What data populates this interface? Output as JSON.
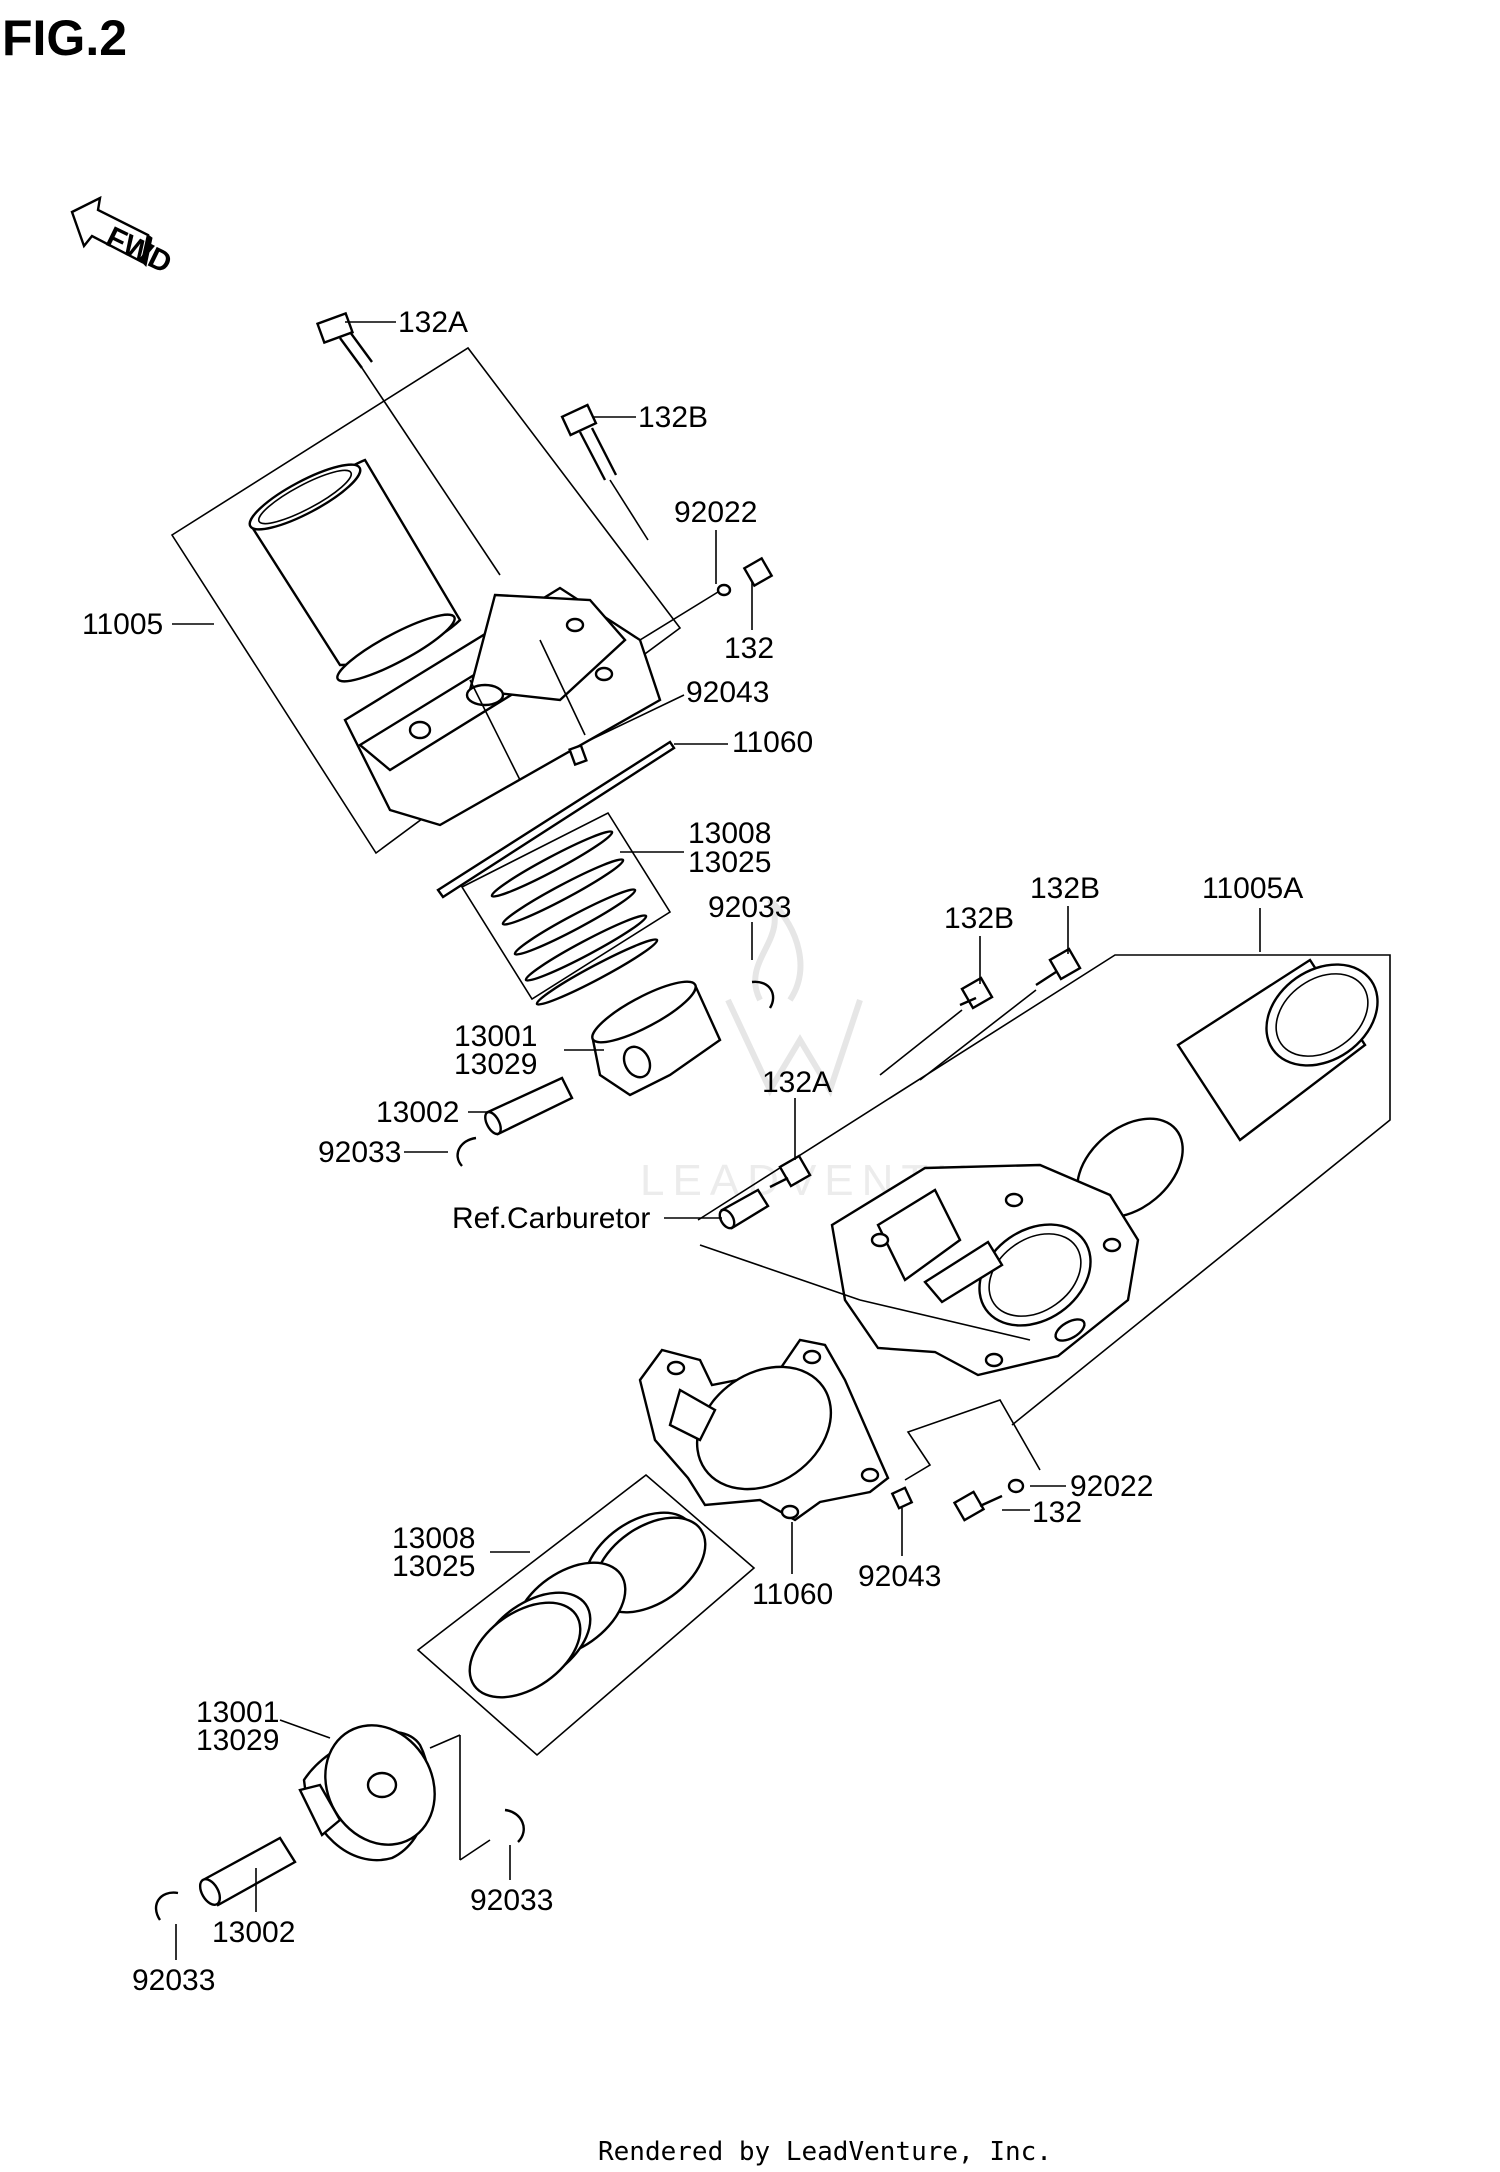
{
  "figure": {
    "title": "FIG.2"
  },
  "orientation": {
    "fwd_label": "FWD"
  },
  "watermark": {
    "text": "LEADVENTURE"
  },
  "callouts": {
    "upper_bolt_long": "132A",
    "upper_bolt_short": "132B",
    "upper_washer": "92022",
    "upper_bolt": "132",
    "upper_cylinder": "11005",
    "upper_dowel": "92043",
    "upper_gasket": "11060",
    "upper_rings_1": "13008",
    "upper_rings_2": "13025",
    "upper_clip_right": "92033",
    "upper_piston_1": "13001",
    "upper_piston_2": "13029",
    "upper_pin": "13002",
    "upper_clip_left": "92033",
    "ref_carburetor": "Ref.Carburetor",
    "mid_bolt_a": "132A",
    "right_bolt_b1": "132B",
    "right_bolt_b2": "132B",
    "right_cylinder": "11005A",
    "lower_washer": "92022",
    "lower_bolt": "132",
    "lower_dowel": "92043",
    "lower_gasket": "11060",
    "lower_rings_1": "13008",
    "lower_rings_2": "13025",
    "lower_piston_1": "13001",
    "lower_piston_2": "13029",
    "lower_clip_right": "92033",
    "lower_pin": "13002",
    "lower_clip_left": "92033"
  },
  "footer": {
    "credit": "Rendered by LeadVenture, Inc."
  }
}
